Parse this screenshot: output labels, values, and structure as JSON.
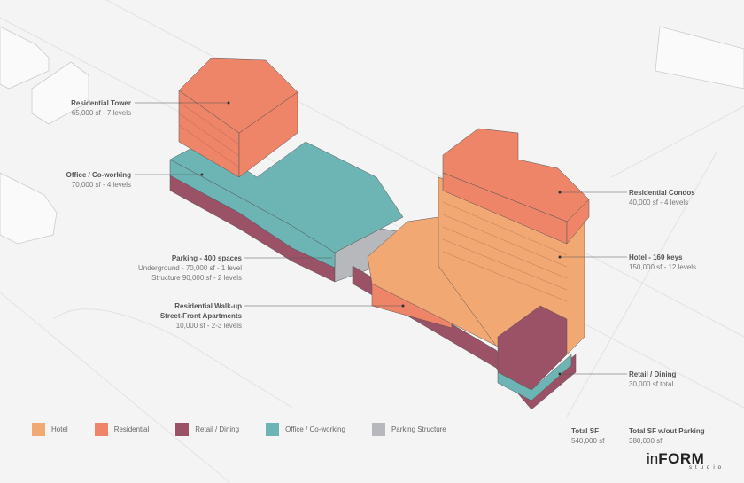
{
  "colors": {
    "hotel": "#f2a873",
    "residential": "#ee8468",
    "retail": "#9c5266",
    "office": "#6db5b5",
    "parking": "#b6b8bc",
    "background": "#f4f4f4"
  },
  "callouts": {
    "residential_tower": {
      "title": "Residential Tower",
      "detail": "65,000 sf - 7 levels"
    },
    "office": {
      "title": "Office / Co-working",
      "detail": "70,000 sf - 4 levels"
    },
    "parking": {
      "title": "Parking - 400 spaces",
      "detail1": "Underground - 70,000 sf - 1 level",
      "detail2": "Structure 90,000 sf - 2 levels"
    },
    "walkup": {
      "title1": "Residential Walk-up",
      "title2": "Street-Front Apartments",
      "detail": "10,000 sf - 2-3 levels"
    },
    "condos": {
      "title": "Residential Condos",
      "detail": "40,000 sf - 4 levels"
    },
    "hotel": {
      "title": "Hotel - 160 keys",
      "detail": "150,000 sf - 12 levels"
    },
    "retail": {
      "title": "Retail / Dining",
      "detail": "30,000 sf total"
    }
  },
  "legend": [
    {
      "label": "Hotel",
      "color": "#f2a873"
    },
    {
      "label": "Residential",
      "color": "#ee8468"
    },
    {
      "label": "Retail / Dining",
      "color": "#9c5266"
    },
    {
      "label": "Office / Co-working",
      "color": "#6db5b5"
    },
    {
      "label": "Parking Structure",
      "color": "#b6b8bc"
    }
  ],
  "totals": {
    "total_label": "Total SF",
    "total_value": "540,000 sf",
    "net_label": "Total SF w/out Parking",
    "net_value": "380,000 sf"
  },
  "logo": {
    "main_a": "in",
    "main_b": "FORM",
    "sub": "studio"
  }
}
